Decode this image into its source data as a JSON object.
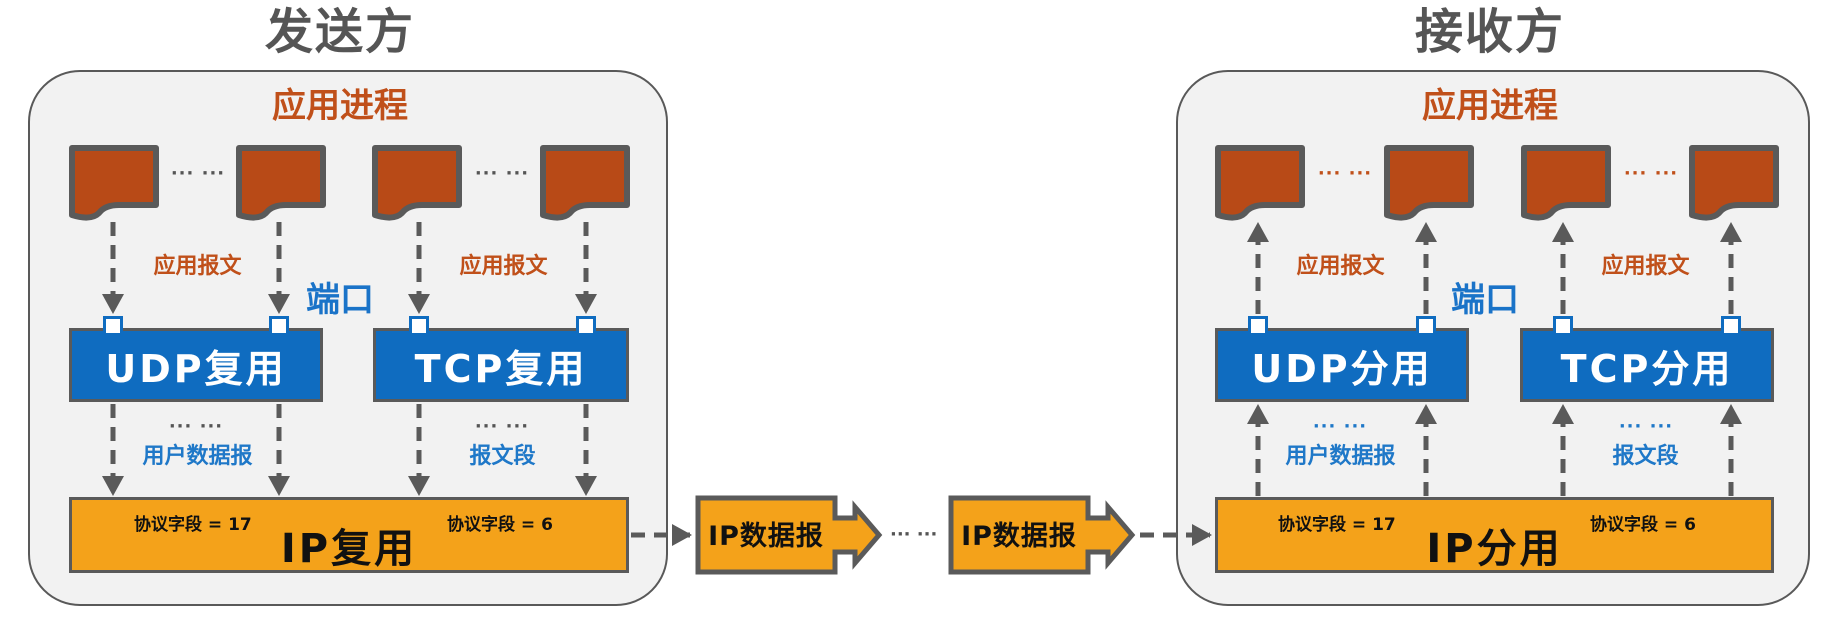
{
  "sender": {
    "title": "发送方",
    "process_title": "应用进程",
    "doc_dots": "··· ···",
    "app_message_label": "应用报文",
    "port_label": "端口",
    "udp_box": "UDP复用",
    "tcp_box": "TCP复用",
    "udp_dots": "··· ···",
    "tcp_dots": "··· ···",
    "udp_unit_label": "用户数据报",
    "tcp_unit_label": "报文段",
    "ip_box": "IP复用",
    "udp_protocol_field": "协议字段 = 17",
    "tcp_protocol_field": "协议字段 = 6",
    "arrow_direction": "down"
  },
  "receiver": {
    "title": "接收方",
    "process_title": "应用进程",
    "doc_dots": "··· ···",
    "app_message_label": "应用报文",
    "port_label": "端口",
    "udp_box": "UDP分用",
    "tcp_box": "TCP分用",
    "udp_dots": "··· ···",
    "tcp_dots": "··· ···",
    "udp_unit_label": "用户数据报",
    "tcp_unit_label": "报文段",
    "ip_box": "IP分用",
    "udp_protocol_field": "协议字段 = 17",
    "tcp_protocol_field": "协议字段 = 6",
    "arrow_direction": "up"
  },
  "network": {
    "packets": [
      {
        "label": "IP数据报"
      },
      {
        "label": "IP数据报"
      }
    ],
    "between_dots": "··· ···"
  },
  "colors": {
    "process_orange": "#c0501a",
    "doc_fill": "#b84a17",
    "transport_blue": "#0f6cc0",
    "ip_orange": "#f4a21a",
    "outline_gray": "#5a5a5a",
    "container_bg": "#f2f2f2"
  }
}
